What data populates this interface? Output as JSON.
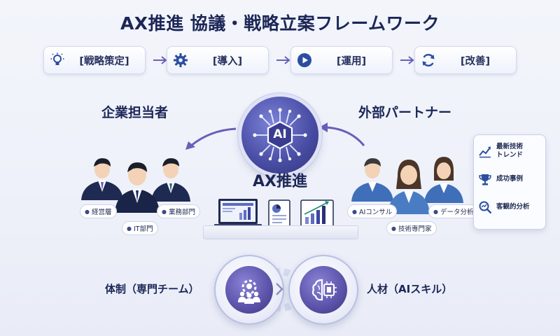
{
  "title": "AX推進 協議・戦略立案フレームワーク",
  "steps": [
    {
      "label": "[戦略策定]",
      "icon": "lightbulb-icon"
    },
    {
      "label": "[導入]",
      "icon": "gear-icon"
    },
    {
      "label": "[運用]",
      "icon": "play-icon"
    },
    {
      "label": "[改善]",
      "icon": "refresh-icon"
    }
  ],
  "left_group": {
    "title": "企業担当者",
    "tags": [
      "経営層",
      "IT部門",
      "業務部門"
    ]
  },
  "right_group": {
    "title": "外部パートナー",
    "tags": [
      "AIコンサル",
      "技術専門家",
      "データ分析"
    ]
  },
  "center": {
    "badge": "AI",
    "label": "AX推進"
  },
  "info_card": [
    {
      "label": "最新技術\nトレンド",
      "icon": "trend-chart-icon"
    },
    {
      "label": "成功事例",
      "icon": "trophy-icon"
    },
    {
      "label": "客観的分析",
      "icon": "magnifier-chart-icon"
    }
  ],
  "bottom": {
    "left_label": "体制（専門チーム）",
    "right_label": "人材（AIスキル）"
  },
  "colors": {
    "navy": "#1c2757",
    "accent": "#4b4fa6",
    "partner_blue": "#3f6fb8",
    "background": "#eef1f9"
  }
}
